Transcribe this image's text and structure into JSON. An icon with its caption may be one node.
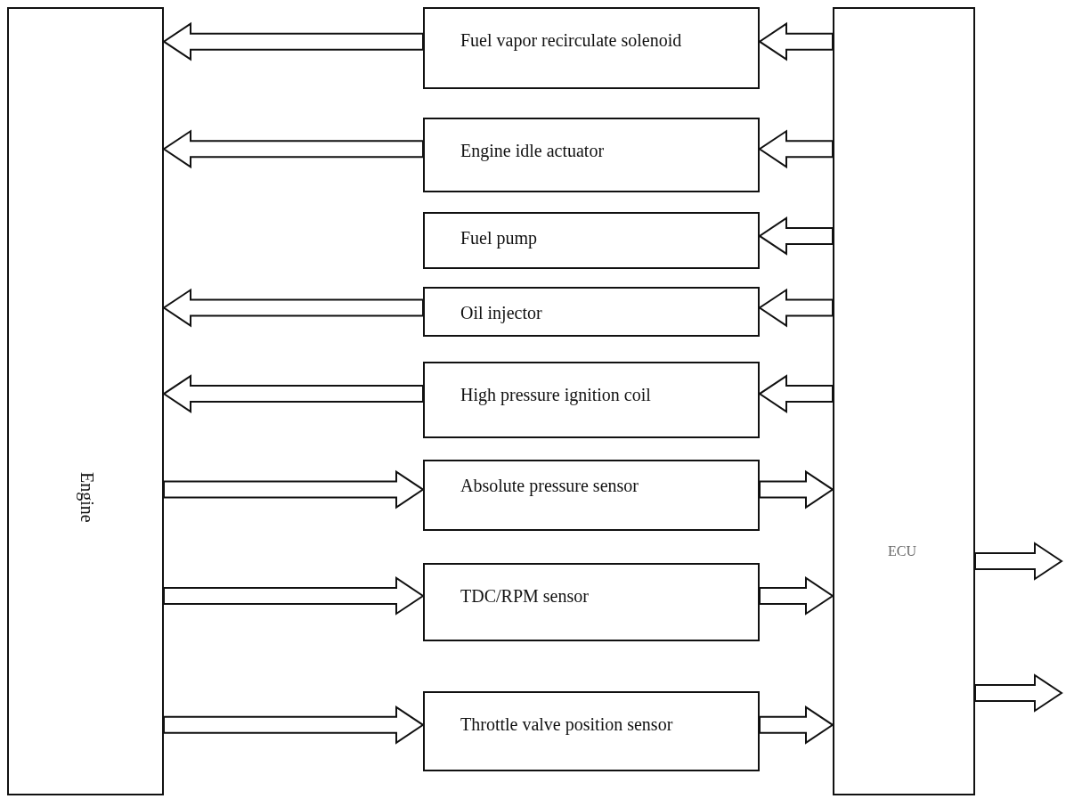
{
  "diagram": {
    "nodes": [
      {
        "text": [
          "Engine"
        ]
      },
      {
        "text": [
          "ECU"
        ]
      },
      {
        "text": [
          "Fuel vapor recirculate solenoid"
        ]
      },
      {
        "text": [
          "Engine idle actuator"
        ]
      },
      {
        "text": [
          "Fuel pump"
        ]
      },
      {
        "text": [
          "Oil injector"
        ]
      },
      {
        "text": [
          "High pressure ignition coil"
        ]
      },
      {
        "text": [
          "Absolute pressure sensor"
        ]
      },
      {
        "text": [
          "TDC/RPM sensor"
        ]
      },
      {
        "text": [
          "Throttle valve position sensor"
        ]
      }
    ],
    "edges": [
      {
        "from": 1,
        "to": 2,
        "arrow": "to"
      },
      {
        "from": 2,
        "to": 0,
        "arrow": "to"
      },
      {
        "from": 1,
        "to": 3,
        "arrow": "to"
      },
      {
        "from": 3,
        "to": 0,
        "arrow": "to"
      },
      {
        "from": 1,
        "to": 4,
        "arrow": "to"
      },
      {
        "from": 1,
        "to": 5,
        "arrow": "to"
      },
      {
        "from": 5,
        "to": 0,
        "arrow": "to"
      },
      {
        "from": 1,
        "to": 6,
        "arrow": "to"
      },
      {
        "from": 6,
        "to": 0,
        "arrow": "to"
      },
      {
        "from": 0,
        "to": 7,
        "arrow": "to"
      },
      {
        "from": 7,
        "to": 1,
        "arrow": "to"
      },
      {
        "from": 0,
        "to": 8,
        "arrow": "to"
      },
      {
        "from": 8,
        "to": 1,
        "arrow": "to"
      },
      {
        "from": 0,
        "to": 9,
        "arrow": "to"
      },
      {
        "from": 9,
        "to": 1,
        "arrow": "to"
      },
      {
        "from": 1,
        "to": null,
        "arrow": "to"
      },
      {
        "from": 1,
        "to": null,
        "arrow": "to"
      }
    ]
  }
}
